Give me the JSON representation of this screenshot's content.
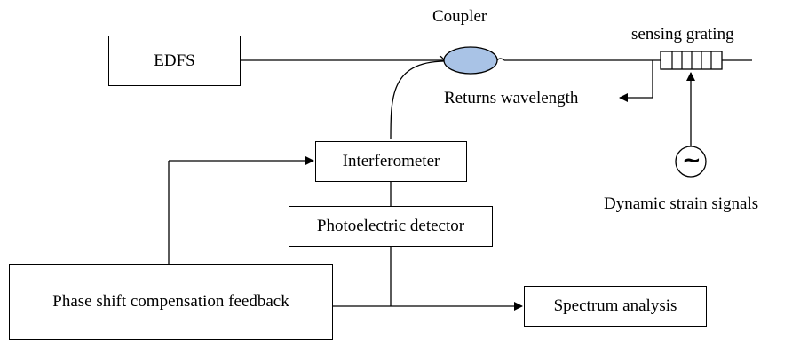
{
  "diagram": {
    "blocks": {
      "edfs": "EDFS",
      "interferometer": "Interferometer",
      "photodetector": "Photoelectric detector",
      "phase_feedback": "Phase shift compensation feedback",
      "spectrum": "Spectrum analysis"
    },
    "labels": {
      "coupler": "Coupler",
      "sensing_grating": "sensing grating",
      "returns_wavelength": "Returns wavelength",
      "dynamic_strain": "Dynamic strain signals"
    },
    "symbols": {
      "ac_source": "~"
    },
    "colors": {
      "coupler_fill": "#a9c3e6",
      "stroke": "#000000",
      "background": "#ffffff"
    }
  }
}
